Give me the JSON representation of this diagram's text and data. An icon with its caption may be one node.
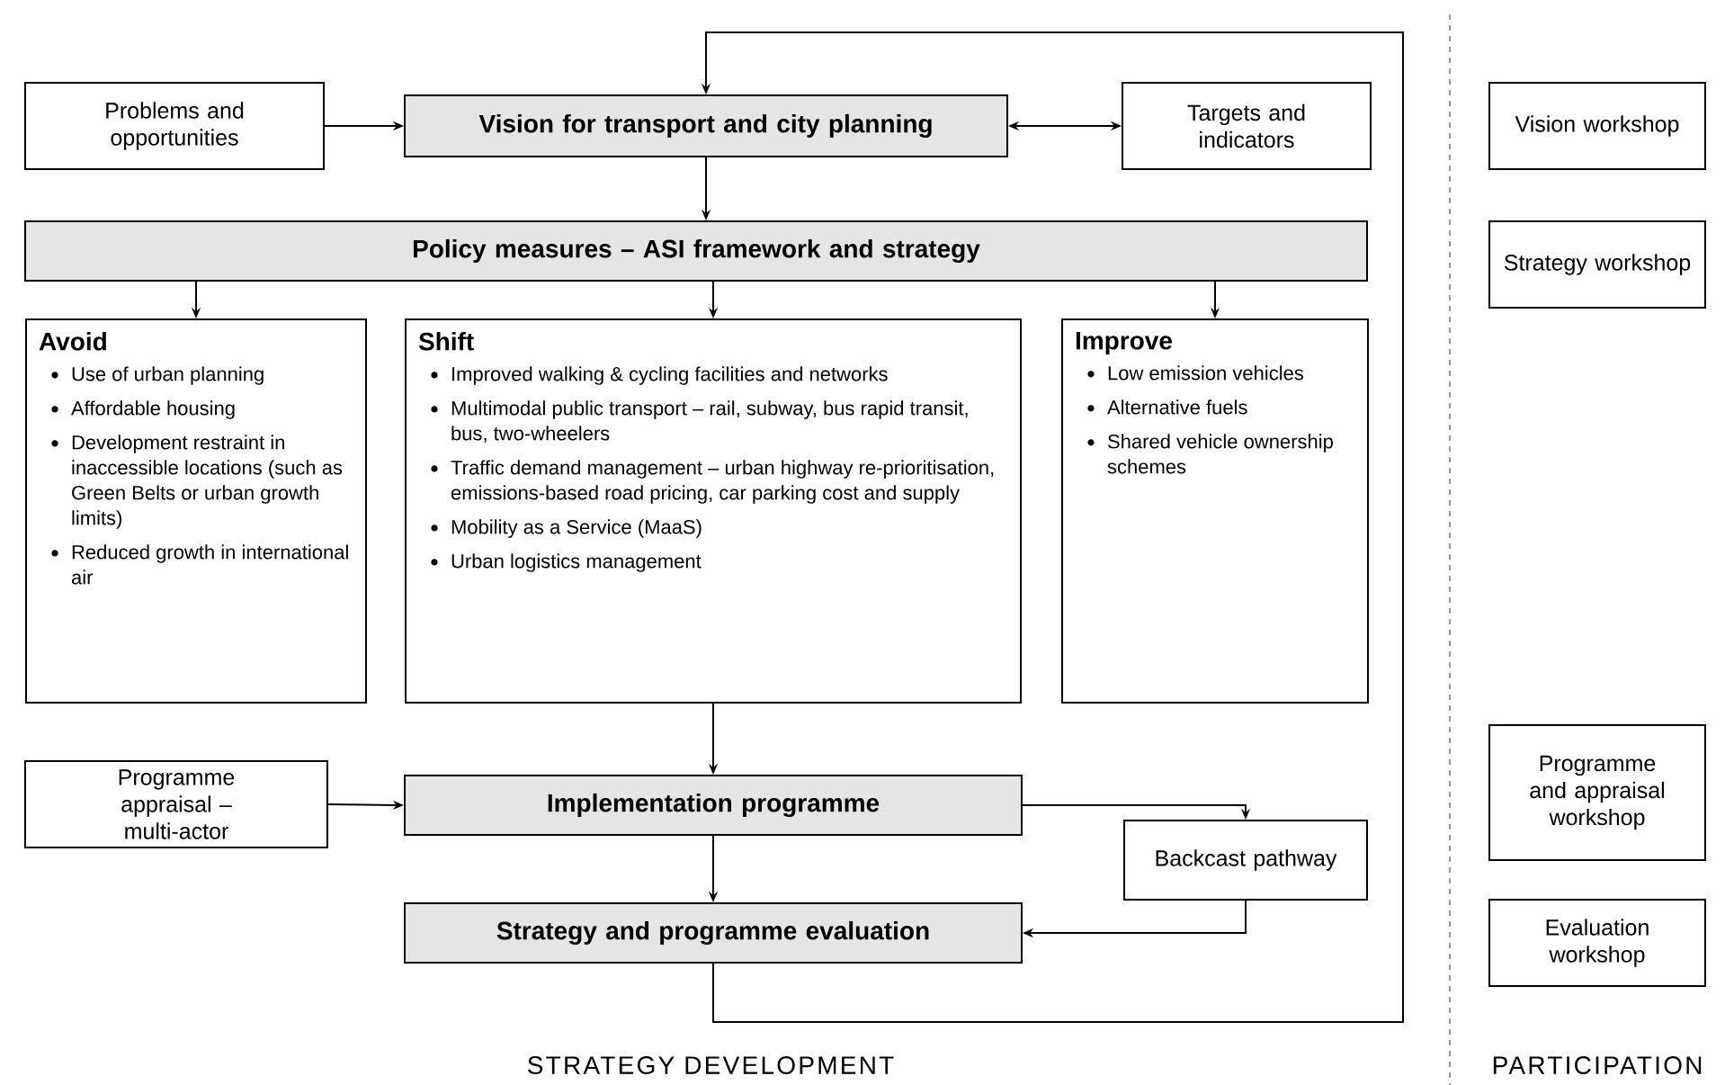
{
  "diagram": {
    "nodes": [
      {
        "text": [
          "Problems and opportunities"
        ]
      },
      {
        "text": [
          "Vision for transport and city planning"
        ]
      },
      {
        "text": [
          "Targets and indicators"
        ]
      },
      {
        "text": [
          "Policy measures – ASI framework and strategy"
        ]
      },
      {
        "text": [
          "Avoid",
          "Use of urban planning",
          "Affordable housing",
          "Development restraint in inaccessible locations (such as Green Belts or urban growth limits)",
          "Reduced growth in international air"
        ]
      },
      {
        "text": [
          "Shift",
          "Improved walking & cycling facilities and networks",
          "Multimodal public transport – rail, subway, bus rapid transit, bus, two-wheelers",
          "Traffic demand management – urban highway re-prioritisation, emissions-based road pricing, car parking cost and supply",
          "Mobility as a Service (MaaS)",
          "Urban logistics management"
        ]
      },
      {
        "text": [
          "Improve",
          "Low emission vehicles",
          "Alternative fuels",
          "Shared vehicle ownership schemes"
        ]
      },
      {
        "text": [
          "Programme appraisal – multi-actor"
        ]
      },
      {
        "text": [
          "Implementation programme"
        ]
      },
      {
        "text": [
          "Backcast pathway"
        ]
      },
      {
        "text": [
          "Strategy and programme evaluation"
        ]
      },
      {
        "text": [
          "Vision workshop"
        ]
      },
      {
        "text": [
          "Strategy workshop"
        ]
      },
      {
        "text": [
          "Programme and appraisal workshop"
        ]
      },
      {
        "text": [
          "Evaluation workshop"
        ]
      }
    ],
    "edges": [
      {
        "from": 0,
        "to": 1,
        "arrow": "to"
      },
      {
        "from": 1,
        "to": 2,
        "arrow": "both"
      },
      {
        "from": 1,
        "to": 3,
        "arrow": "to"
      },
      {
        "from": 3,
        "to": 4,
        "arrow": "to"
      },
      {
        "from": 3,
        "to": 5,
        "arrow": "to"
      },
      {
        "from": 3,
        "to": 6,
        "arrow": "to"
      },
      {
        "from": 5,
        "to": 8,
        "arrow": "to"
      },
      {
        "from": 7,
        "to": 8,
        "arrow": "to"
      },
      {
        "from": 8,
        "to": 9,
        "arrow": "to"
      },
      {
        "from": 8,
        "to": 10,
        "arrow": "to"
      },
      {
        "from": 9,
        "to": 10,
        "arrow": "to"
      },
      {
        "from": 10,
        "to": 1,
        "arrow": "to"
      }
    ],
    "labels": [
      "STRATEGY DEVELOPMENT",
      "PARTICIPATION"
    ]
  }
}
